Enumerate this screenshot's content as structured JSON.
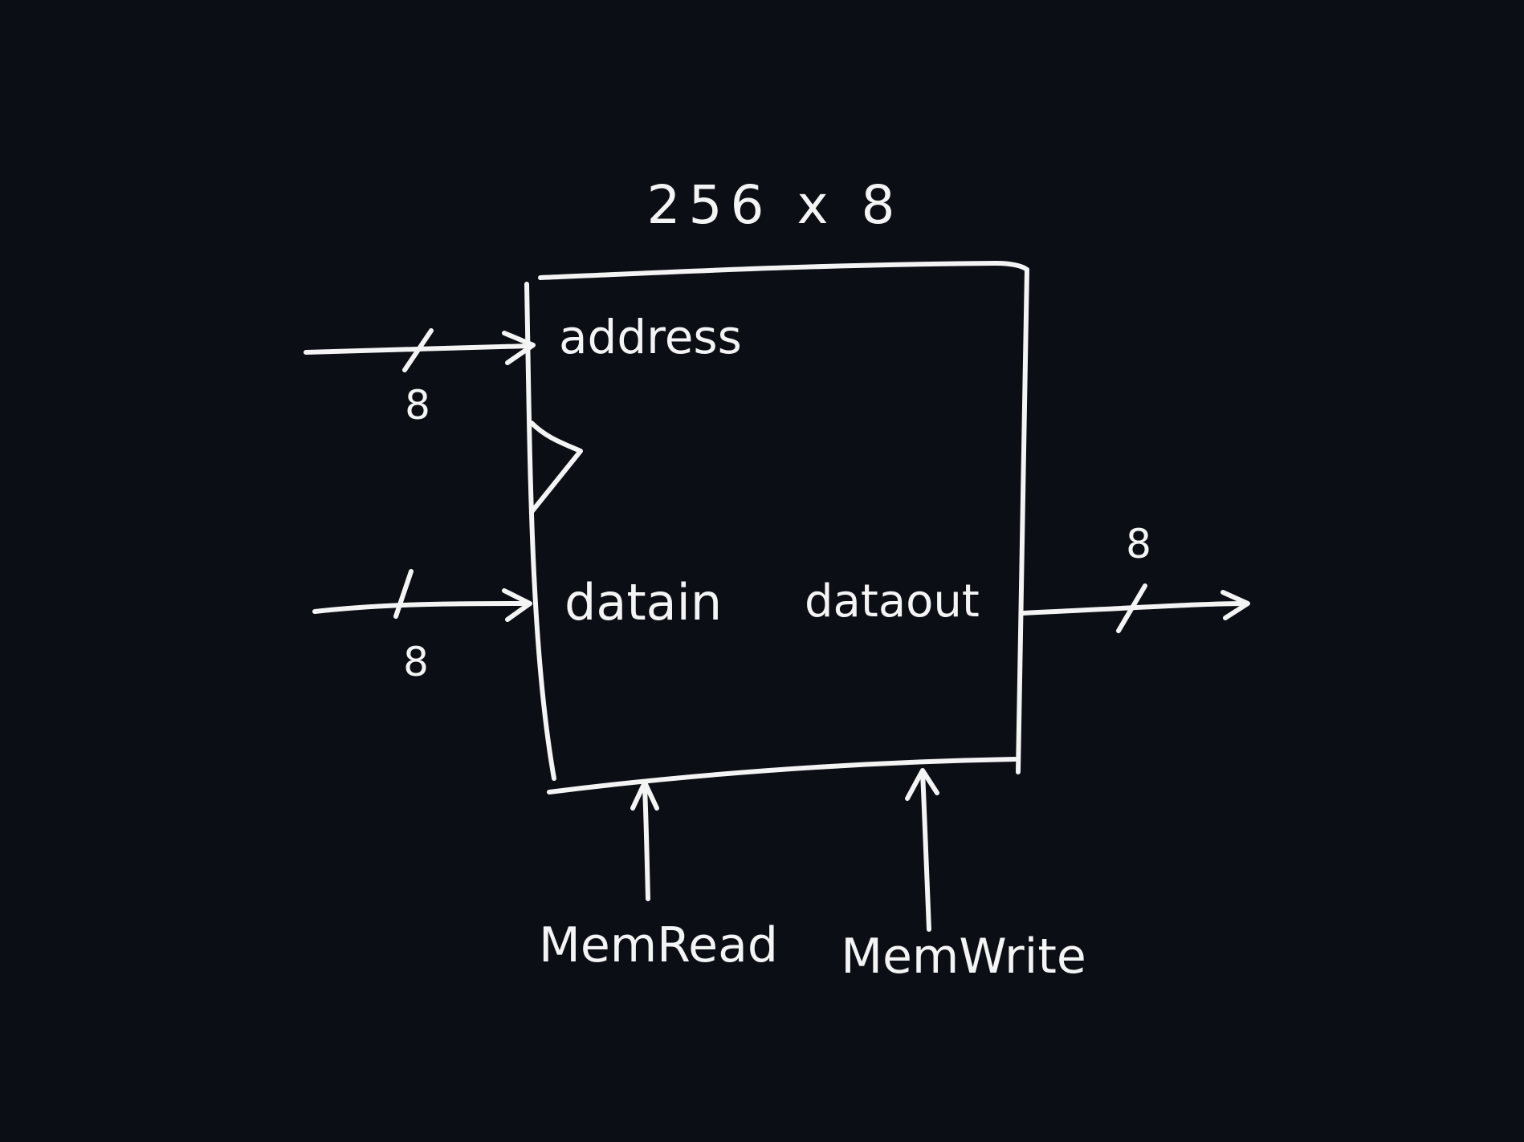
{
  "diagram": {
    "block_title": "256 x 8",
    "ports": {
      "address": "address",
      "datain": "datain",
      "dataout": "dataout",
      "mem_read": "MemRead",
      "mem_write": "MemWrite"
    },
    "bus_widths": {
      "address": "8",
      "datain": "8",
      "dataout": "8"
    },
    "colors": {
      "background": "#0c0e15",
      "ink": "#f4f4f4"
    }
  }
}
